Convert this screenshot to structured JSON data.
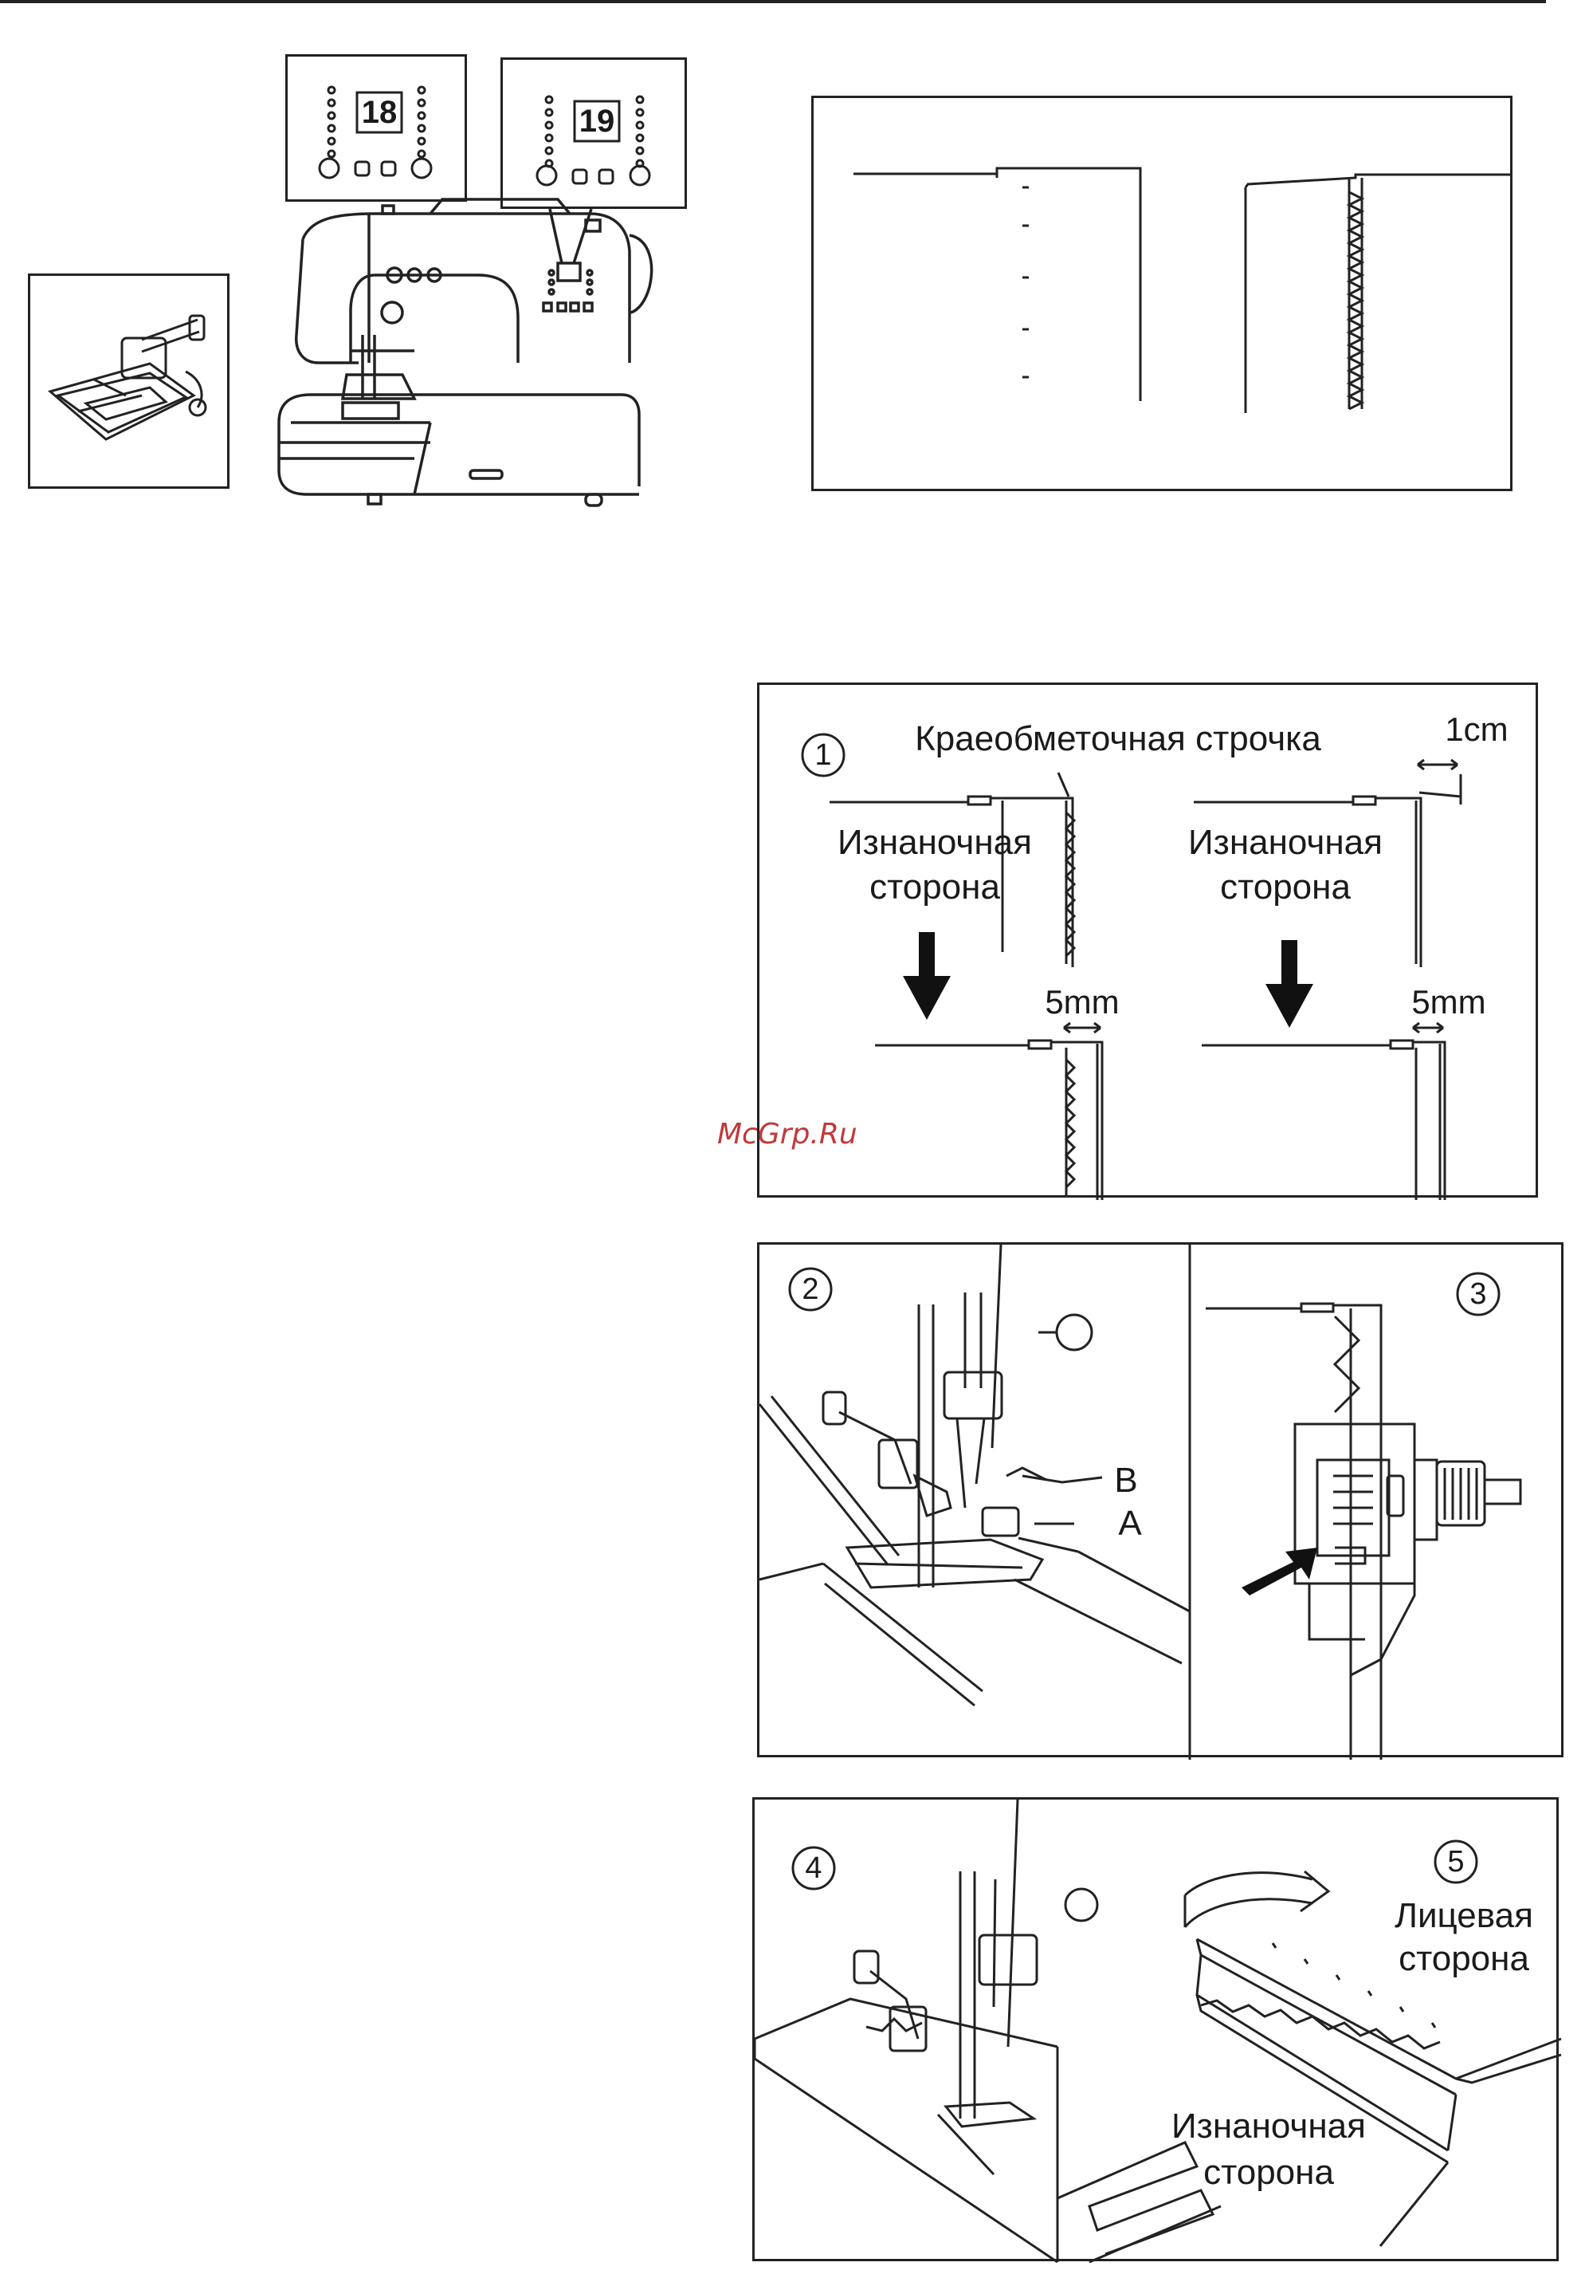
{
  "top_rule": true,
  "callouts": {
    "pattern_a": "18",
    "pattern_b": "19"
  },
  "fig1": {
    "step": "1",
    "overlock_label": "Краеобметочная строчка",
    "wrong_side_left": [
      "Изнаночная",
      "сторона"
    ],
    "wrong_side_right": [
      "Изнаночная",
      "сторона"
    ],
    "dim_1cm": "1cm",
    "dim_5mm_left": "5mm",
    "dim_5mm_right": "5mm"
  },
  "fig2": {
    "step": "2",
    "label_b": "B",
    "label_a": "A"
  },
  "fig3": {
    "step": "3"
  },
  "fig4": {
    "step": "4"
  },
  "fig5": {
    "step": "5",
    "right_side": [
      "Лицевая",
      "сторона"
    ],
    "wrong_side": [
      "Изнаночная",
      "сторона"
    ]
  },
  "watermark": "McGrp.Ru",
  "colors": {
    "line": "#222222",
    "watermark": "#c0393b"
  }
}
